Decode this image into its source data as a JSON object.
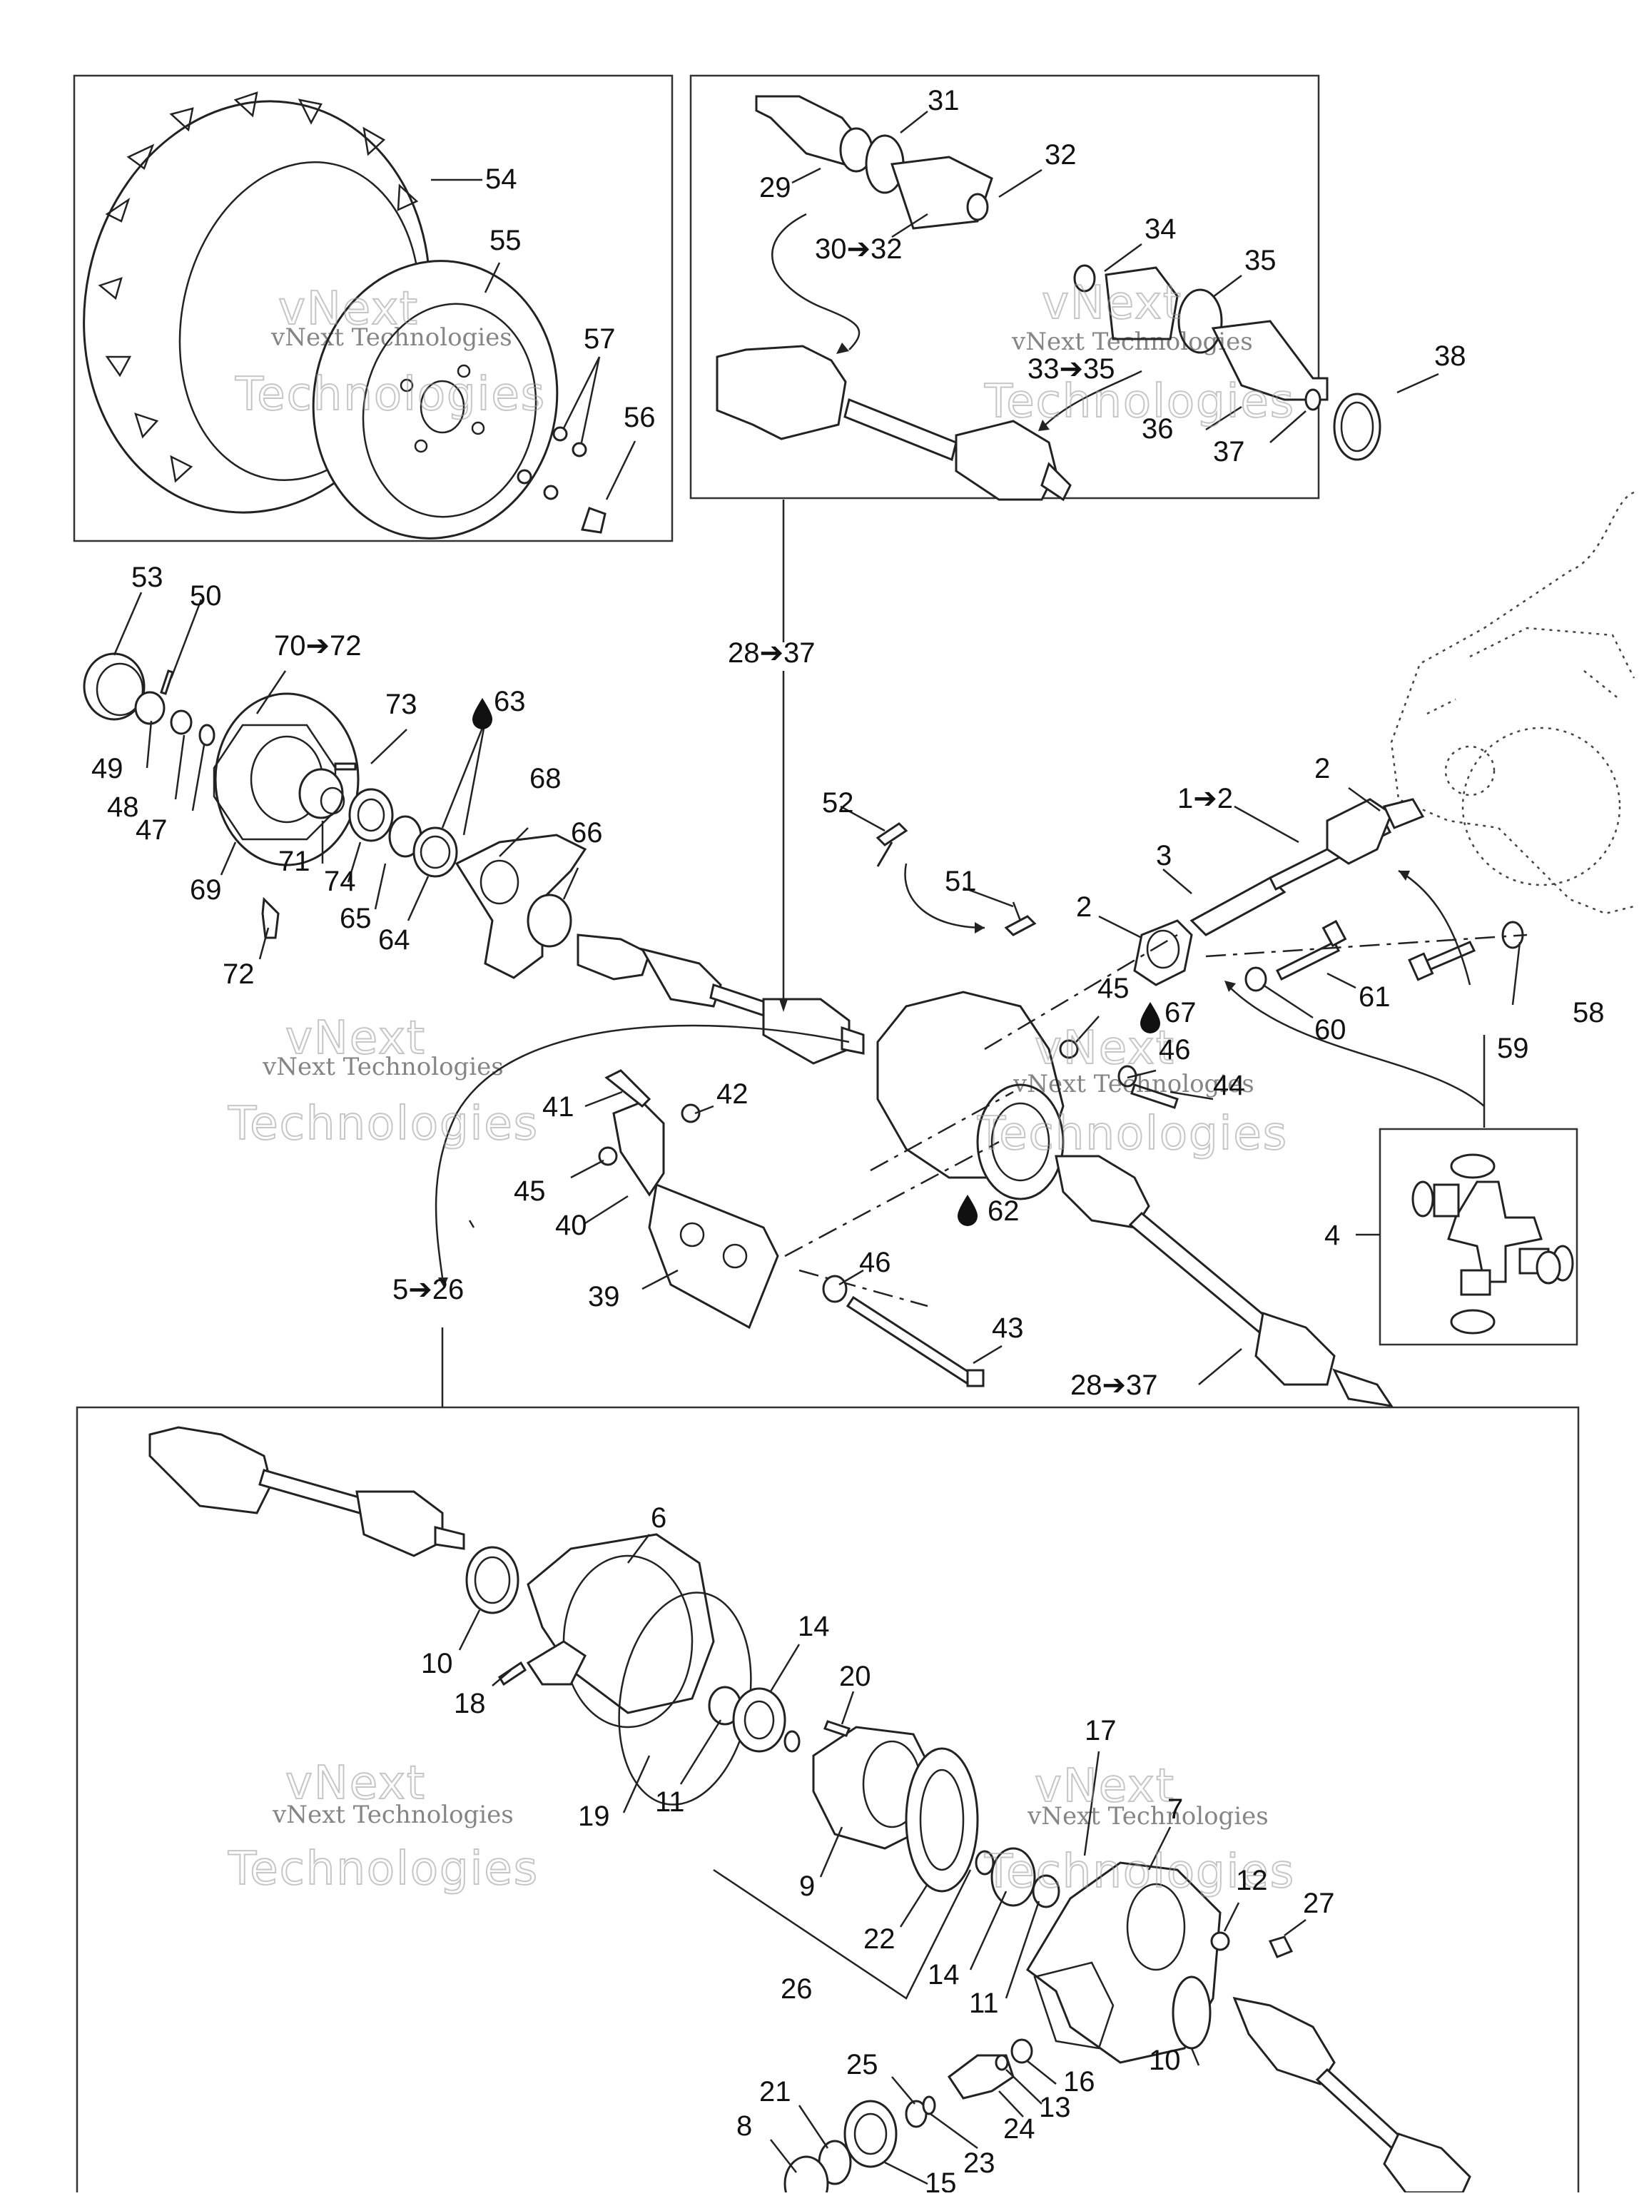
{
  "watermark": {
    "line1": "vNext Technologies",
    "line2": "vNext",
    "line3": "Technologies"
  },
  "callouts": [
    {
      "id": "c54",
      "text": "54"
    },
    {
      "id": "c55",
      "text": "55"
    },
    {
      "id": "c57",
      "text": "57"
    },
    {
      "id": "c56",
      "text": "56"
    },
    {
      "id": "c31",
      "text": "31"
    },
    {
      "id": "c29",
      "text": "29"
    },
    {
      "id": "c32",
      "text": "32"
    },
    {
      "id": "c30_32",
      "text": "30➔32"
    },
    {
      "id": "c34",
      "text": "34"
    },
    {
      "id": "c35",
      "text": "35"
    },
    {
      "id": "c33_35",
      "text": "33➔35"
    },
    {
      "id": "c36",
      "text": "36"
    },
    {
      "id": "c37",
      "text": "37"
    },
    {
      "id": "c38",
      "text": "38"
    },
    {
      "id": "c53",
      "text": "53"
    },
    {
      "id": "c50",
      "text": "50"
    },
    {
      "id": "c70_72",
      "text": "70➔72"
    },
    {
      "id": "c73",
      "text": "73"
    },
    {
      "id": "c63",
      "text": "63"
    },
    {
      "id": "c49",
      "text": "49"
    },
    {
      "id": "c48",
      "text": "48"
    },
    {
      "id": "c47",
      "text": "47"
    },
    {
      "id": "c69",
      "text": "69"
    },
    {
      "id": "c71",
      "text": "71"
    },
    {
      "id": "c74",
      "text": "74"
    },
    {
      "id": "c65",
      "text": "65"
    },
    {
      "id": "c64",
      "text": "64"
    },
    {
      "id": "c68",
      "text": "68"
    },
    {
      "id": "c66",
      "text": "66"
    },
    {
      "id": "c72",
      "text": "72"
    },
    {
      "id": "c28_37a",
      "text": "28➔37"
    },
    {
      "id": "c52",
      "text": "52"
    },
    {
      "id": "c51",
      "text": "51"
    },
    {
      "id": "c1_2",
      "text": "1➔2"
    },
    {
      "id": "c2a",
      "text": "2"
    },
    {
      "id": "c3",
      "text": "3"
    },
    {
      "id": "c2b",
      "text": "2"
    },
    {
      "id": "c61",
      "text": "61"
    },
    {
      "id": "c60",
      "text": "60"
    },
    {
      "id": "c58",
      "text": "58"
    },
    {
      "id": "c59",
      "text": "59"
    },
    {
      "id": "c45a",
      "text": "45"
    },
    {
      "id": "c67",
      "text": "67"
    },
    {
      "id": "c46a",
      "text": "46"
    },
    {
      "id": "c44",
      "text": "44"
    },
    {
      "id": "c41",
      "text": "41"
    },
    {
      "id": "c42",
      "text": "42"
    },
    {
      "id": "c45b",
      "text": "45"
    },
    {
      "id": "c40",
      "text": "40"
    },
    {
      "id": "c62",
      "text": "62"
    },
    {
      "id": "c39",
      "text": "39"
    },
    {
      "id": "c46b",
      "text": "46"
    },
    {
      "id": "c43",
      "text": "43"
    },
    {
      "id": "c4",
      "text": "4"
    },
    {
      "id": "c5_26",
      "text": "5➔26"
    },
    {
      "id": "c28_37b",
      "text": "28➔37"
    },
    {
      "id": "c6",
      "text": "6"
    },
    {
      "id": "c10a",
      "text": "10"
    },
    {
      "id": "c18",
      "text": "18"
    },
    {
      "id": "c14a",
      "text": "14"
    },
    {
      "id": "c20",
      "text": "20"
    },
    {
      "id": "c19",
      "text": "19"
    },
    {
      "id": "c11a",
      "text": "11"
    },
    {
      "id": "c9",
      "text": "9"
    },
    {
      "id": "c22",
      "text": "22"
    },
    {
      "id": "c26",
      "text": "26"
    },
    {
      "id": "c17",
      "text": "17"
    },
    {
      "id": "c7",
      "text": "7"
    },
    {
      "id": "c12",
      "text": "12"
    },
    {
      "id": "c27",
      "text": "27"
    },
    {
      "id": "c14b",
      "text": "14"
    },
    {
      "id": "c11b",
      "text": "11"
    },
    {
      "id": "c10b",
      "text": "10"
    },
    {
      "id": "c16",
      "text": "16"
    },
    {
      "id": "c13",
      "text": "13"
    },
    {
      "id": "c24",
      "text": "24"
    },
    {
      "id": "c25",
      "text": "25"
    },
    {
      "id": "c23",
      "text": "23"
    },
    {
      "id": "c21",
      "text": "21"
    },
    {
      "id": "c8",
      "text": "8"
    },
    {
      "id": "c15",
      "text": "15"
    }
  ]
}
